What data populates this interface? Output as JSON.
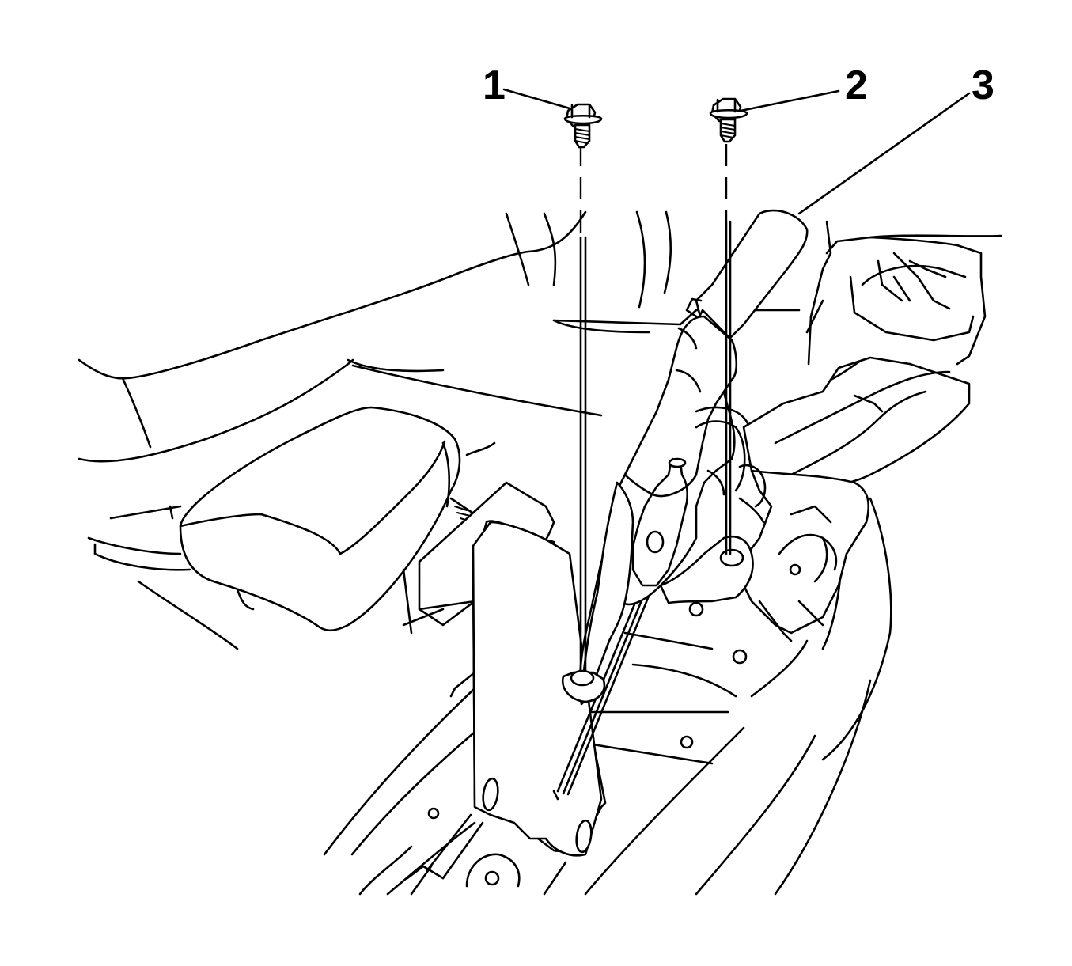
{
  "callouts": [
    {
      "id": "1",
      "label": "1"
    },
    {
      "id": "2",
      "label": "2"
    },
    {
      "id": "3",
      "label": "3"
    }
  ],
  "parts": {
    "bolt_1": "bolt-icon",
    "bolt_2": "bolt-icon",
    "lever_3": "parking-brake-lever"
  }
}
